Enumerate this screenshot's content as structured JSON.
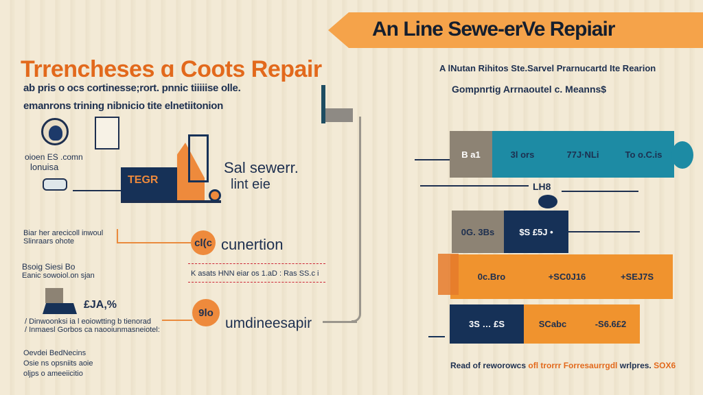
{
  "banner": {
    "title": "An Line Sewe-erVe Repiair"
  },
  "left": {
    "title": "Trrencheses ɑ Coots Repair",
    "subtitle_lines": [
      "ab pris o ocs cortinesse;rort. pnnic tiiiiise olle.",
      "emanrons trining nibnicio tite elnetiitonion"
    ],
    "icon_caption": [
      "oioen ES .comn",
      "lonuisa"
    ],
    "machine_label": "TEGR",
    "sewer_label": [
      "Sal sewerr.",
      "lint eie"
    ],
    "notes": [
      {
        "lines": [
          "Biar her arecicoll inwoul",
          "Slinraars ohote"
        ]
      },
      {
        "lines": [
          "Bsoig Siesi Bo",
          "Eanic sowoiol.on sjan"
        ]
      },
      {
        "lines": [
          "/ Dinwoonksi ia l eoiowtting b tienorad",
          "/ Inmaesl Gorbos ca naooiunmasneiotel:"
        ]
      },
      {
        "lines": [
          "Oevdei BedNecins",
          "Osie ns opsniits aoie",
          "oljps o ameeiicitio"
        ]
      }
    ],
    "percent_label": "£JA,%",
    "steps": [
      {
        "badge": "cl(c",
        "label": "cunertion"
      },
      {
        "badge": "9lo",
        "label": "umdineesapir"
      }
    ],
    "ruler_text": "K asats HNN eiar os 1.aD : Ras SS.c i"
  },
  "right": {
    "subtitle_lines": [
      "A lNutan Rihitos Ste.Sarvel Prarnucartd Ite Rearion",
      "Gompnrtig Arrnaoutel c. Meanns$"
    ],
    "bars": [
      {
        "segments": [
          {
            "text": "B a1",
            "color": "#8d8374"
          },
          {
            "text": "3l ors",
            "color": "#1d8ba4"
          },
          {
            "text": "77J·NLi",
            "color": "#1d8ba4"
          },
          {
            "text": "To o.C.is",
            "color": "#1d8ba4"
          }
        ]
      },
      {
        "segments": [
          {
            "text": "0G. 3Bs",
            "color": "#8d8374"
          },
          {
            "text": "$S £5J •",
            "color": "#163157"
          }
        ]
      },
      {
        "segments": [
          {
            "text": "0c.Bro",
            "color": "#f0932e"
          },
          {
            "text": "+SC0J16",
            "color": "#f0932e"
          },
          {
            "text": "+SEJ7S",
            "color": "#f0932e"
          }
        ]
      },
      {
        "segments": [
          {
            "text": "3S … £S",
            "color": "#163157"
          },
          {
            "text": "SCabc",
            "color": "#f0932e"
          },
          {
            "text": "-S6.6£2",
            "color": "#f0932e"
          }
        ]
      }
    ],
    "mid_label": "LH8",
    "footer": {
      "dark": "Read of reworowcs",
      "orange": "ofl trorrr Forresaurrgdl",
      "dark2": "wrlpres.",
      "orange2": "SOX6"
    }
  },
  "colors": {
    "orange": "#ee8a3c",
    "navy": "#1d2f4f",
    "teal": "#1d8ba4",
    "taupe": "#8d8374",
    "background": "#f3ead6"
  }
}
